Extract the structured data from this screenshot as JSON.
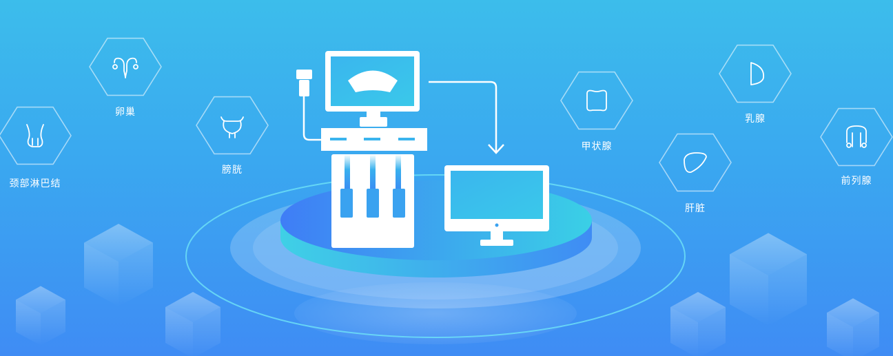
{
  "colors": {
    "bg_top": "#3cbdeb",
    "bg_bottom": "#3f8cf4",
    "white": "#ffffff",
    "accent": "#35b6ec",
    "platform_top": "#3f86f5",
    "platform_edge": "#36c9e8"
  },
  "organs": [
    {
      "label": "颈部淋巴结",
      "icon": "neck-lymph-icon"
    },
    {
      "label": "卵巢",
      "icon": "ovary-icon"
    },
    {
      "label": "膀胱",
      "icon": "bladder-icon"
    },
    {
      "label": "甲状腺",
      "icon": "thyroid-icon"
    },
    {
      "label": "肝脏",
      "icon": "liver-icon"
    },
    {
      "label": "乳腺",
      "icon": "breast-icon"
    },
    {
      "label": "前列腺",
      "icon": "prostate-icon"
    }
  ]
}
